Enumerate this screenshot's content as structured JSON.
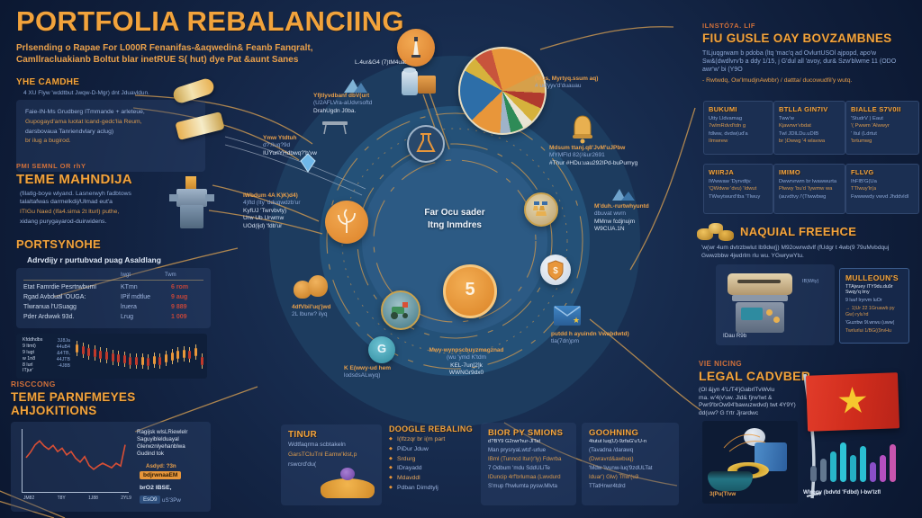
{
  "header": {
    "title": "PORTFOLIA REBALANCIING",
    "subtitle1": "Prlsending o Rapae For L000R Fenanifas-&aqwedin& Feanb Fanqralt,",
    "subtitle2": "Camllracluakianb Boltut blar inetRUE S( hut) dye Pat &aunt Sanes"
  },
  "left": {
    "sec1": {
      "heading": "YHE CAMDHE",
      "sub": "4 XU Flyw 'wddtbut Jwqw-D-Mgr) dnt Jduavldun.",
      "lines": [
        "Faie-IN-Ms Grudberg ITmmande + arleteue,",
        "Gupogayd'ama luotat lcand-gedc'lia Reum,",
        "darsbovaua Tanriendvlary aclug)",
        "br ilug a bugirod."
      ]
    },
    "sec2": {
      "kicker": "PMI SEMNL OR rhY",
      "heading": "TEME MAHNDIJA",
      "lead": "(filatlg-boye wlyand. Lasnerwyh fadbtows",
      "lines": [
        "talaltafwas darmelkdij/Ulmad eut'a",
        "ITIGu Naed (Ifa4.sima 2t lturl) puthe,",
        "xidang purygayarod-duirwidens."
      ]
    },
    "portfolio": {
      "heading": "PORTSYNOHE",
      "table_title": "Adrvdijy r purtubvad puag Asaldlang",
      "col_val": "Iwgt",
      "col_delta": "Twm",
      "rows": [
        {
          "name": "Etat Famrdie Pesrtrwbumi",
          "val": "KTmn",
          "delta": "6 rom"
        },
        {
          "name": "Rgad Avbdual 'OUGA:",
          "val": "IPif mdtlue",
          "delta": "9 aug"
        },
        {
          "name": "Tlwranua l'USuagg",
          "val": "lruera",
          "delta": "9 889"
        },
        {
          "name": "Pder Ardwwk 93d.",
          "val": "Lrug",
          "delta": "1 009"
        }
      ],
      "candle_labels": [
        "Kfddhdbs",
        "9 ltmt)",
        "9 lugt",
        "w 1n8",
        "8 lurl",
        "ITjur'"
      ],
      "candle_axis": [
        "3J8Ja",
        "44uB4",
        "&4TB,",
        "44JTB",
        "-4J8B"
      ]
    },
    "risk": {
      "kicker": "RISCCONG",
      "heading": "TEME PARNFMEYES AHJOKITIONS",
      "bullets": [
        "Ragijsk wlsLRiewlelr",
        "Saguyiblelduayal",
        "Glerwznlyehanblwa",
        "Gudind tok"
      ],
      "link": "Asdyd: ?3n",
      "badge": "bdjrwnaaEM",
      "note": "brO2 IBSE,",
      "chip": "EsO9",
      "chip_note": "uS'3Pw"
    }
  },
  "center": {
    "hub_line1": "Far Ocu sader",
    "hub_line2": "Itng Inmdres",
    "coin_value": "5",
    "labels": {
      "lighthouse": "L.4ur&G4 (7)tM4ua:",
      "jar": [
        "Yfjtlyvdbanf dbV(urt",
        "(U2AFLVra-aUdvrsoftd",
        "DrahUgdn J0ba."
      ],
      "pie": [
        "(Mus, Myrtyq.ssum aq)",
        "# ud'yyv'd'duauau"
      ],
      "bell": [
        "Mdsum ttanj.q8'JvM'uJPbw",
        "MYMFld 82(/&ur2691",
        "#Thur #HDu:uau292IPd-buPumyg"
      ],
      "left1": [
        "Ymw Ytdtuh",
        "d?'/Iuq?9d",
        "IUYurlYHdbwq?'b'vw"
      ],
      "left2": [
        "IWbdum 4A K)K)d4)",
        "4)ftd (Ity 'dduqwdzb'ur",
        "KyfUJ 'Twrvbvty)",
        "Urw Ub Urwmw",
        "UOd(ljd) 'fdb'ur"
      ],
      "coinbags": [
        "4dfVbil'uq'jwd",
        "2L lburw? ilyq"
      ],
      "right": [
        "M'duh.-rurtwhyuntd",
        "dbuvat wvrn",
        "MMnw fcdjnujm",
        "W9CUA.1N"
      ],
      "bottom": [
        "Mwy-wynpscbuyzmagznad",
        "(wu 'ymd K'tdm",
        "KEL-7un[2]k",
        "WWNGr9dx0"
      ],
      "spiral": [
        "K E(wwy-ud hem",
        "lodsdsALwyq)"
      ],
      "envelope": [
        "putdd h ayuindn Vwabdwtd)",
        "tla(7dn)pm"
      ]
    }
  },
  "bottom_panels": [
    {
      "heading": "TINUR",
      "lines": [
        "Wdtfaqrma scbtakeln",
        "GarsTCluTnl Eamw'klst,p",
        "rswcrd'du("
      ]
    },
    {
      "heading": "DOOGLE REBALING",
      "lines": [
        "I(lfzzqr br i(m part",
        "PiDur Jduw",
        "Srdurg",
        "IDrayadd",
        "Mdavddl",
        "Pdban Dimdtylj"
      ]
    },
    {
      "heading": "BIOR PY SMIONS",
      "sub": "d?BY9 G2rwr'hur-JlTat",
      "lines": [
        "Man prysryaLwtd'-urlue",
        "IBml (Tunncd Itur(r'ly) Fdwrba",
        "7 Odbum 'mdu SddULiTe",
        "IDuncip 4rf'brlumaa (Lwvdurd",
        "S'mup f'hwlumta pysw.Mlvta"
      ]
    },
    {
      "heading": "GOOHNING",
      "sub": "4tutut luq(U)-9zfaG'u'U-n",
      "lines": [
        "(Tavadna /darawq",
        "(Dwravrd&awbuq)",
        "'Mdw 'Ivunw-luq'9zdULTat",
        "Iduar') Glw) Thw'(u3",
        "TTatHnwr4tdrd"
      ]
    }
  ],
  "right": {
    "kicker": "ILNSTÓ7A. LIF",
    "heading": "FIU GUSLE OAY BOVZAMBNES",
    "para": [
      "TILjuqgrwam b pdoba (ltq 'mac'q ad OvlurtUSOl ajpopd, apo'w",
      "Sw&(dwdlvrv'b a ddy 1/15, j G'dul all 'avoy, dur& Szw'blwme 11 (ODO",
      "awr'w' bi (Y9O"
    ],
    "bullet": "- Rwtwdq, Ow'lmudjnAwbbr) / dattta/ ducowudfil'y wutq.",
    "grid": [
      {
        "heading": "BUKUMI",
        "lines": [
          "Utty Lldvamag",
          "7wlmRdvd'tdn g",
          "fdlww, dvdw(ud'a",
          "Ilmwrew"
        ]
      },
      {
        "heading": "BTLLA GIN7IV",
        "lines": [
          "Tww'w",
          "Kjawrwr'vbdat",
          "Twl JDILDu.uDIB",
          "br )Dwwg '4 wlavwa"
        ]
      },
      {
        "heading": "BIALLE S7V0II",
        "lines": [
          "'StudrV ) Eaut",
          "'( Pwwm 'Alwwyr",
          "' Itul (Ldrtut",
          "'brtumwg"
        ]
      },
      {
        "heading": "WIIRJA",
        "lines": [
          "IWwwaw 'Dyrvdtjv.",
          "'QWdww 'dvu) 'Idwut",
          "TWwytwurd'tba 'Tlwuy"
        ]
      },
      {
        "heading": "IMIMO",
        "lines": [
          "Dwwrvrwrn br lwawwurta",
          "Plwwy 'bu'd 'Iywmw wa",
          "(auvdtvy /'(Ttwwbwg"
        ]
      },
      {
        "heading": "FLLVG",
        "lines": [
          "IhFIB'G(Ua",
          "TTlwuy'lr(a",
          "Fwwwwdy vwvd Jhddvldl"
        ]
      }
    ],
    "manual": {
      "heading": "NAQUIAL FREEHCE",
      "para": [
        "'w(wr 4um dvtrzbwlut Ib9dw(j) M92owrwdvlf (fUdgr t 4wb(9 79uMvbdquj",
        "Gwwzbbw 4jwdrlm rlu wu. YGwrywYtu."
      ]
    },
    "wallet": {
      "tag": "IB)Wty)",
      "caption": "IDau R9b",
      "box_heading": "MULLEOUN'S",
      "box_sub": "TTAjvuey ITY9du.du9r Swqy'q lmy",
      "box_lines": [
        "9 luuf Iryrvm luOr",
        "→ 1)Ur 22 1Gruawb py Gw) rylu'rd",
        "'Guzrbw 9l.wrwu (uww(",
        "Twrlurlui 1/BG((9rvHu"
      ]
    },
    "legal": {
      "kicker": "VIE NICING",
      "heading": "LEGAL CADVBER",
      "para": [
        "(Ol &jyn 4'L/T4'jGabrlTvWvlu",
        "ma. w'4(v'uw. Jld& fjrw'lwt &",
        "Pwr9'brOw94'bawuzwdvd) twt 4Y9Y)",
        "dd(uw? G t'rtr Jjrardwc"
      ],
      "bowl_caption": "3(Pu(Tlvw",
      "bar_caption": "Wlrogy (bdvtd 'Fdbd) I-bw'lzfl"
    }
  },
  "chart_data": [
    {
      "type": "pie",
      "position": "top-center",
      "slices": [
        {
          "color": "#e8963a",
          "value": 22
        },
        {
          "color": "#d6a04a",
          "value": 8
        },
        {
          "color": "#b03a2e",
          "value": 6
        },
        {
          "color": "#d6b23c",
          "value": 6
        },
        {
          "color": "#e8e4d4",
          "value": 4
        },
        {
          "color": "#2e8b57",
          "value": 5
        },
        {
          "color": "#9fb3c8",
          "value": 4
        },
        {
          "color": "#e8963a",
          "value": 12
        },
        {
          "color": "#2d6ea8",
          "value": 20
        },
        {
          "color": "#d6b23c",
          "value": 6
        },
        {
          "color": "#c8543c",
          "value": 7
        }
      ]
    },
    {
      "type": "candlestick",
      "panel": "portfolio",
      "values": [
        0.78,
        0.72,
        0.66,
        0.62,
        0.55,
        0.5,
        0.44,
        0.4,
        0.34,
        0.3,
        0.27,
        0.3,
        0.26,
        0.32,
        0.28,
        0.38,
        0.45,
        0.52,
        0.58,
        0.52,
        0.64,
        0.3
      ],
      "up_color": "#e8963a",
      "down_color": "#c0392b"
    },
    {
      "type": "line",
      "panel": "risk",
      "x_labels": [
        "JM82",
        "T8Y",
        "1J88",
        "2YL9"
      ],
      "values": [
        55,
        65,
        78,
        85,
        76,
        70,
        77,
        66,
        72,
        60,
        66,
        54,
        47,
        57,
        41,
        34,
        40,
        45,
        41,
        37,
        45,
        40,
        78
      ],
      "line_color": "#d94f35",
      "ylim": [
        0,
        100
      ]
    },
    {
      "type": "bar",
      "panel": "legal",
      "values": [
        18,
        26,
        34,
        44,
        30,
        40,
        22,
        30,
        42
      ],
      "colors": [
        "#5d6f88",
        "#637890",
        "#28b5c8",
        "#2ec4d6",
        "#25aec4",
        "#2abfd2",
        "#8a4fc8",
        "#b44fc0",
        "#c855ae"
      ]
    }
  ]
}
